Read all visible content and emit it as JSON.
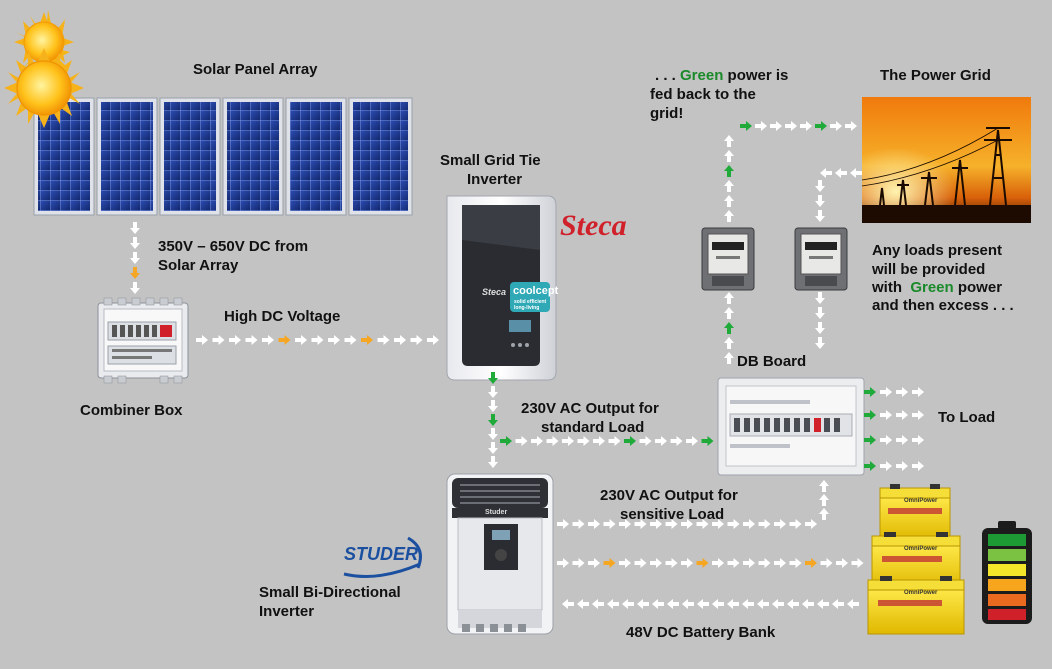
{
  "labels": {
    "solar_array": "Solar Panel Array",
    "dc_from_array_1": "350V – 650V DC from",
    "dc_from_array_2": "Solar Array",
    "high_dc": "High DC Voltage",
    "combiner": "Combiner Box",
    "grid_tie_1": "Small Grid Tie",
    "grid_tie_2": "Inverter",
    "ac_standard_1": "230V AC Output for",
    "ac_standard_2": "standard Load",
    "ac_sensitive_1": "230V AC Output for",
    "ac_sensitive_2": "sensitive Load",
    "bidir_1": "Small Bi-Directional",
    "bidir_2": "Inverter",
    "battery_bank": "48V DC Battery Bank",
    "db_board": "DB Board",
    "to_load": "To Load",
    "power_grid": "The Power Grid",
    "fed_back_1a": ". . . ",
    "fed_back_1b": "Green",
    "fed_back_1c": " power is",
    "fed_back_2": "fed back to the",
    "fed_back_3": "grid!",
    "loads_1": "Any loads present",
    "loads_2": "will be provided",
    "loads_3a": "with  ",
    "loads_3b": "Green",
    "loads_3c": " power",
    "loads_4": "and then excess . . ."
  },
  "brands": {
    "steca": "Steca",
    "coolcept": "coolcept",
    "coolcept_sub": "solid efficient long-living",
    "studer": "STUDER",
    "omnipower": "OmniPower",
    "inverter_badge": "Steca",
    "studer_front": "Studer"
  },
  "colors": {
    "background": "#c3c3c3",
    "arrow_white": "#ffffff",
    "arrow_green": "#1faa3a",
    "arrow_orange": "#f5a623",
    "text_green": "#1a8a2a",
    "steca_red": "#d0202a",
    "studer_blue": "#1b4fa0",
    "battery_yellow": "#f2d21b"
  },
  "battery_indicator_colors": [
    "#1d9a33",
    "#7cc242",
    "#f3e52a",
    "#f7a51c",
    "#ea6a1f",
    "#d0202a"
  ],
  "icons": [
    "sun-icon",
    "solar-panel-icon",
    "combiner-box-icon",
    "grid-tie-inverter-icon",
    "bidirectional-inverter-icon",
    "db-board-icon",
    "energy-meter-icon",
    "power-grid-photo-icon",
    "battery-bank-icon",
    "battery-level-icon",
    "steca-logo",
    "studer-logo"
  ]
}
